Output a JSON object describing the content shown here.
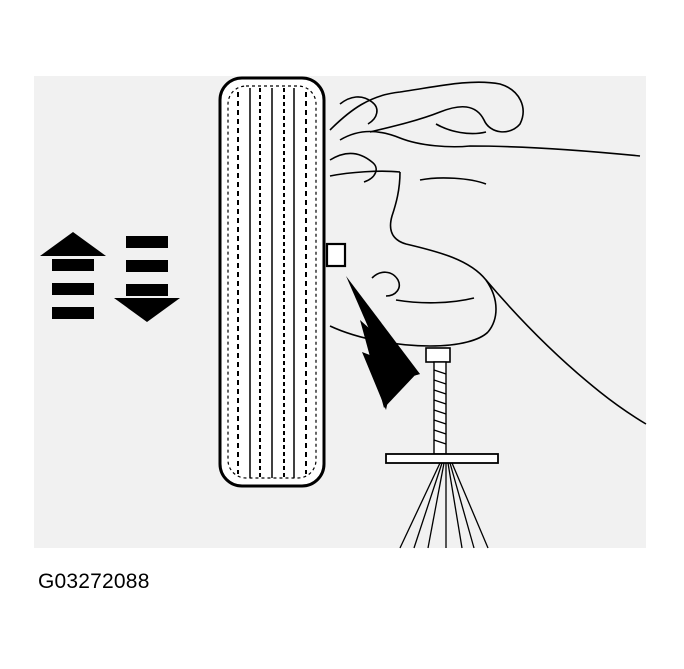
{
  "figure": {
    "caption": "G03272088",
    "background": "#f1f1f1",
    "ink": "#000000",
    "elements": {
      "wheel": "tire-tread",
      "up_arrow": "arrow-up-icon",
      "down_arrow": "arrow-down-icon",
      "pointer_arrow": "pointer-arrow-icon",
      "jack": "jack-stand"
    }
  }
}
